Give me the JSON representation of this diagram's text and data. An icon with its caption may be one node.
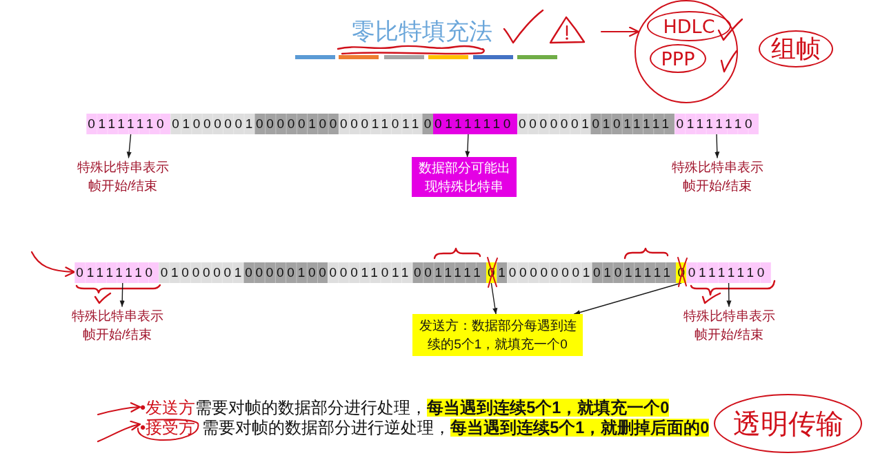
{
  "diagram": {
    "title": "零比特填充法",
    "nodes": [
      {
        "text": [],
        "shape": "circle"
      },
      {
        "text": [
          "HDLC"
        ],
        "in": 0
      },
      {
        "text": [
          "PPP"
        ],
        "in": 0
      },
      {
        "text": [
          "组帧"
        ]
      },
      {
        "text": [
          "01111110"
        ]
      },
      {
        "text": [
          "01000001"
        ]
      },
      {
        "text": [
          "00000100"
        ]
      },
      {
        "text": [
          "00011011"
        ]
      },
      {
        "text": [
          "0"
        ]
      },
      {
        "text": [
          "01111110"
        ]
      },
      {
        "text": [
          "0000001"
        ]
      },
      {
        "text": [
          "01011111"
        ]
      },
      {
        "text": [
          "01111110"
        ]
      },
      {
        "text": [
          "特殊比特串表示帧开始/结束"
        ]
      },
      {
        "text": [
          "数据部分可能出现特殊比特串"
        ]
      },
      {
        "text": [
          "特殊比特串表示帧开始/结束"
        ]
      },
      {
        "text": [
          "01111110"
        ]
      },
      {
        "text": [
          "01000001"
        ]
      },
      {
        "text": [
          "00000100"
        ]
      },
      {
        "text": [
          "00011011"
        ]
      },
      {
        "text": [
          "0011111"
        ]
      },
      {
        "text": [
          "0"
        ]
      },
      {
        "text": [
          "1"
        ]
      },
      {
        "text": [
          "00000001"
        ]
      },
      {
        "text": [
          "01011111"
        ]
      },
      {
        "text": [
          "0"
        ]
      },
      {
        "text": [
          "01111110"
        ]
      },
      {
        "text": [
          "特殊比特串表示帧开始/结束"
        ]
      },
      {
        "text": [
          "发送方：数据部分每遇到连续的5个1，就填充一个0"
        ]
      },
      {
        "text": [
          "特殊比特串表示帧开始/结束"
        ]
      },
      {
        "text": [
          "•发送方",
          "需要对帧的数据部分进行处理，**每当遇到连续5个1，就填充一个0**"
        ]
      },
      {
        "text": [
          "•接受方",
          "需要对帧的数据部分进行逆处理，**每当遇到连续5个1，就删掉后面的0**"
        ]
      },
      {
        "text": [
          "透明传输"
        ]
      }
    ],
    "edges": [
      {
        "from": null,
        "to": 0,
        "arrow": "to",
        "color": "#d0101a"
      },
      {
        "from": 4,
        "to": 13,
        "arrow": "to"
      },
      {
        "from": 9,
        "to": 14,
        "arrow": "to"
      },
      {
        "from": 12,
        "to": 15,
        "arrow": "to"
      },
      {
        "from": null,
        "to": 16,
        "arrow": "to",
        "color": "#d0101a"
      },
      {
        "from": 16,
        "to": 27,
        "arrow": "to"
      },
      {
        "from": 21,
        "to": 28,
        "arrow": "to"
      },
      {
        "from": 25,
        "to": 28,
        "arrow": "to"
      },
      {
        "from": 26,
        "to": 29,
        "arrow": "to"
      },
      {
        "from": null,
        "to": 30,
        "arrow": "to",
        "color": "#d0101a"
      },
      {
        "from": null,
        "to": 31,
        "arrow": "to",
        "color": "#d0101a"
      }
    ]
  }
}
